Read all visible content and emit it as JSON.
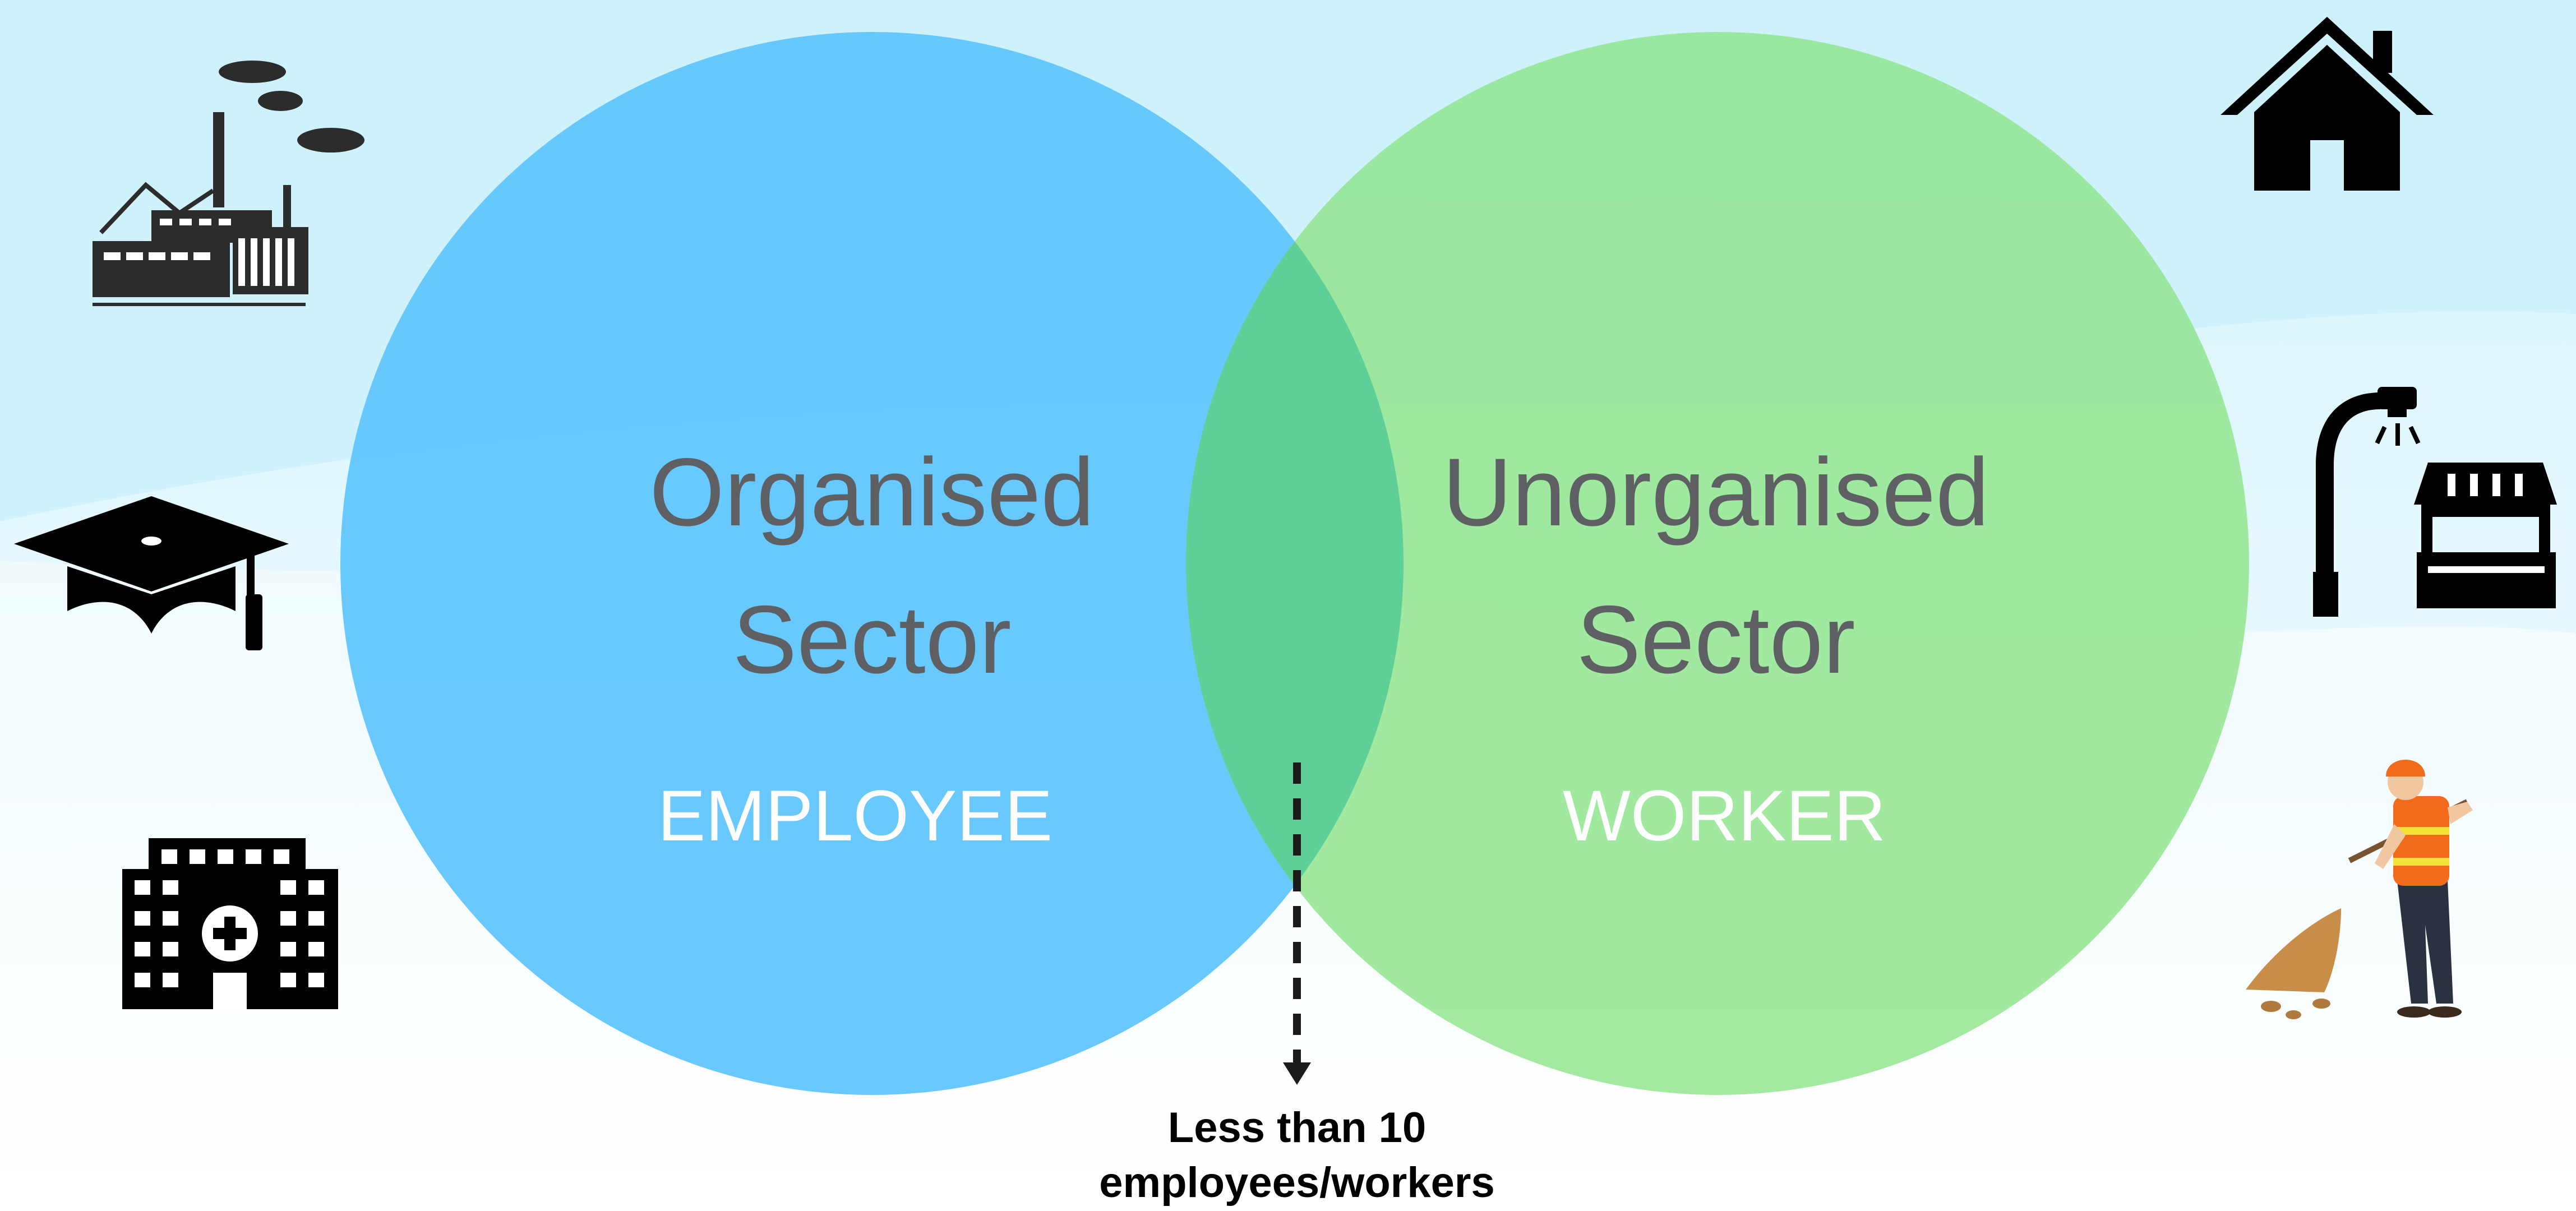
{
  "venn": {
    "left": {
      "title_line1": "Organised",
      "title_line2": "Sector",
      "role": "EMPLOYEE",
      "color": "#5ec5fd"
    },
    "right": {
      "title_line1": "Unorganised",
      "title_line2": "Sector",
      "role": "WORKER",
      "color": "#8fe48b"
    },
    "overlap_color": "#5fcf98",
    "annotation_line1": "Less than 10",
    "annotation_line2": "employees/workers"
  },
  "colors": {
    "sky_light": "#e6f8fd",
    "sky_band": "#cdf2fb",
    "text_gray": "#5f6063",
    "arrow": "#1a1a1a"
  },
  "icons": {
    "left_column": [
      "factory-icon",
      "graduation-cap-icon",
      "hospital-icon"
    ],
    "right_column": [
      "house-icon",
      "street-light-icon",
      "market-stall-icon",
      "street-sweeper-icon"
    ]
  }
}
